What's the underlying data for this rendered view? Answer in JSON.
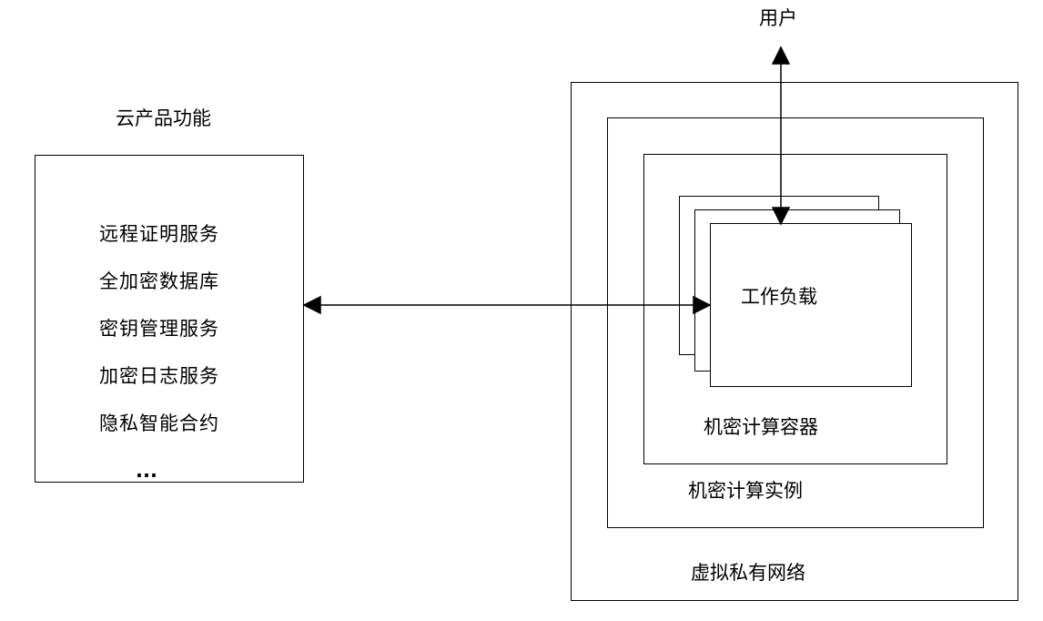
{
  "user_label": "用户",
  "cloud": {
    "title": "云产品功能",
    "items": [
      "远程证明服务",
      "全加密数据库",
      "密钥管理服务",
      "加密日志服务",
      "隐私智能合约",
      "..."
    ]
  },
  "workload_label": "工作负载",
  "container_label": "机密计算容器",
  "instance_label": "机密计算实例",
  "vpc_label": "虚拟私有网络"
}
